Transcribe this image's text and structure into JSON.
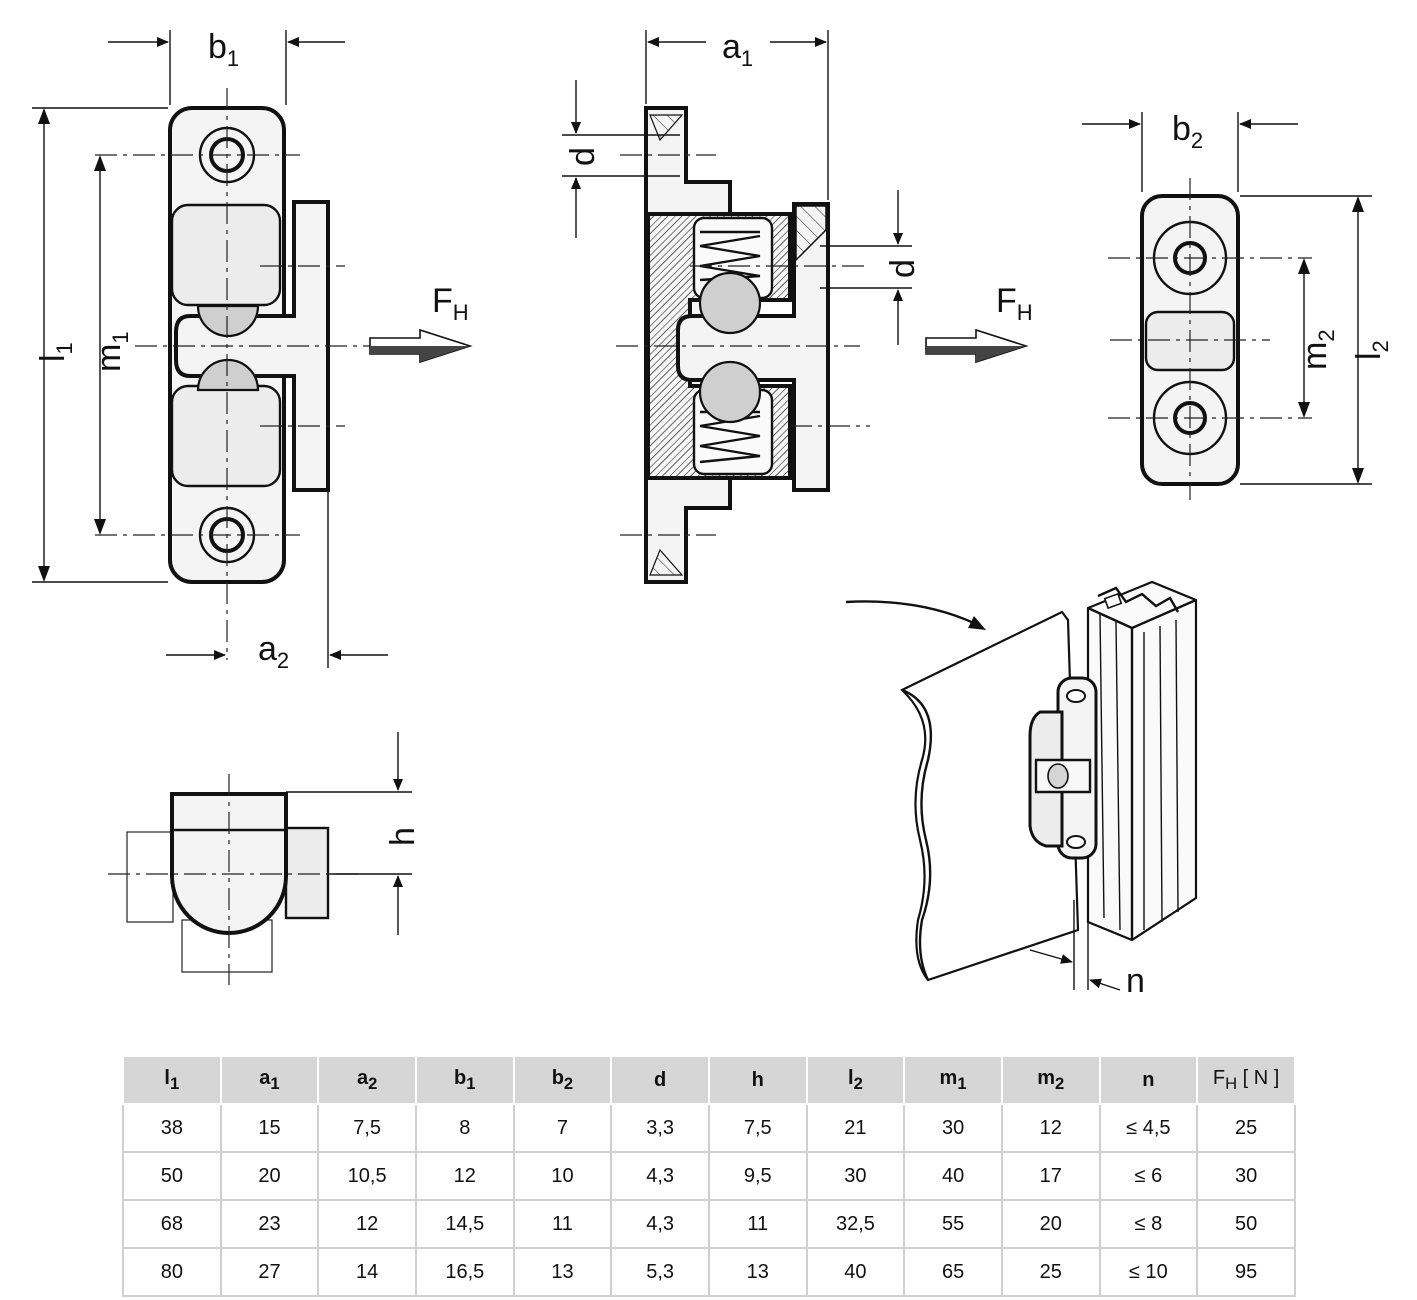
{
  "labels": {
    "b1": "b",
    "b1_sub": "1",
    "a1": "a",
    "a1_sub": "1",
    "b2": "b",
    "b2_sub": "2",
    "a2": "a",
    "a2_sub": "2",
    "l1": "l",
    "l1_sub": "1",
    "m1": "m",
    "m1_sub": "1",
    "l2": "l",
    "l2_sub": "2",
    "m2": "m",
    "m2_sub": "2",
    "d_left": "d",
    "d_right": "d",
    "fh1": "F",
    "fh1_sub": "H",
    "fh2": "F",
    "fh2_sub": "H",
    "h": "h",
    "n": "n"
  },
  "table": {
    "headers": [
      {
        "main": "l",
        "sub": "1"
      },
      {
        "main": "a",
        "sub": "1"
      },
      {
        "main": "a",
        "sub": "2"
      },
      {
        "main": "b",
        "sub": "1"
      },
      {
        "main": "b",
        "sub": "2"
      },
      {
        "main": "d",
        "sub": ""
      },
      {
        "main": "h",
        "sub": ""
      },
      {
        "main": "l",
        "sub": "2"
      },
      {
        "main": "m",
        "sub": "1"
      },
      {
        "main": "m",
        "sub": "2"
      },
      {
        "main": "n",
        "sub": ""
      },
      {
        "main": "F",
        "sub": "H",
        "unit": "[ N ]"
      }
    ],
    "rows": [
      [
        "38",
        "15",
        "7,5",
        "8",
        "7",
        "3,3",
        "7,5",
        "21",
        "30",
        "12",
        "≤ 4,5",
        "25"
      ],
      [
        "50",
        "20",
        "10,5",
        "12",
        "10",
        "4,3",
        "9,5",
        "30",
        "40",
        "17",
        "≤ 6",
        "30"
      ],
      [
        "68",
        "23",
        "12",
        "14,5",
        "11",
        "4,3",
        "11",
        "32,5",
        "55",
        "20",
        "≤ 8",
        "50"
      ],
      [
        "80",
        "27",
        "14",
        "16,5",
        "13",
        "5,3",
        "13",
        "40",
        "65",
        "25",
        "≤ 10",
        "95"
      ]
    ]
  }
}
